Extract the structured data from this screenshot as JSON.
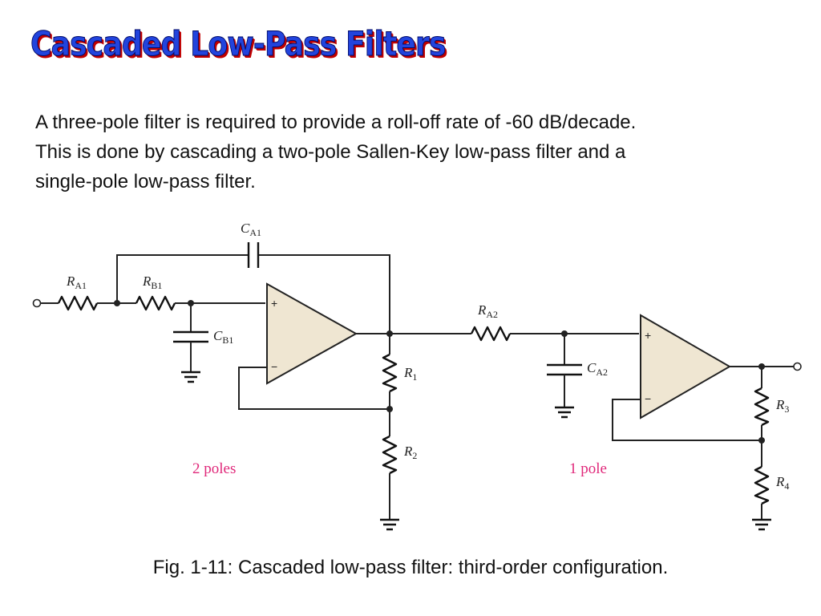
{
  "title": "Cascaded Low-Pass Filters",
  "intro_lines": [
    "A three-pole filter is required to provide a roll-off rate of -60 dB/decade.",
    "This is done by cascading a two-pole Sallen-Key low-pass filter and a",
    "single-pole low-pass filter."
  ],
  "diagram": {
    "components": {
      "ca1": {
        "main": "C",
        "sub": "A1"
      },
      "ra1": {
        "main": "R",
        "sub": "A1"
      },
      "rb1": {
        "main": "R",
        "sub": "B1"
      },
      "cb1": {
        "main": "C",
        "sub": "B1"
      },
      "r1": {
        "main": "R",
        "sub": "1"
      },
      "r2": {
        "main": "R",
        "sub": "2"
      },
      "ra2": {
        "main": "R",
        "sub": "A2"
      },
      "ca2": {
        "main": "C",
        "sub": "A2"
      },
      "r3": {
        "main": "R",
        "sub": "3"
      },
      "r4": {
        "main": "R",
        "sub": "4"
      }
    },
    "pins": {
      "noninverting": "+",
      "inverting": "−"
    },
    "stage_labels": {
      "stage1": "2 poles",
      "stage2": "1 pole"
    },
    "accent_color": "#e0287a"
  },
  "caption": "Fig. 1-11: Cascaded low-pass filter: third-order configuration."
}
